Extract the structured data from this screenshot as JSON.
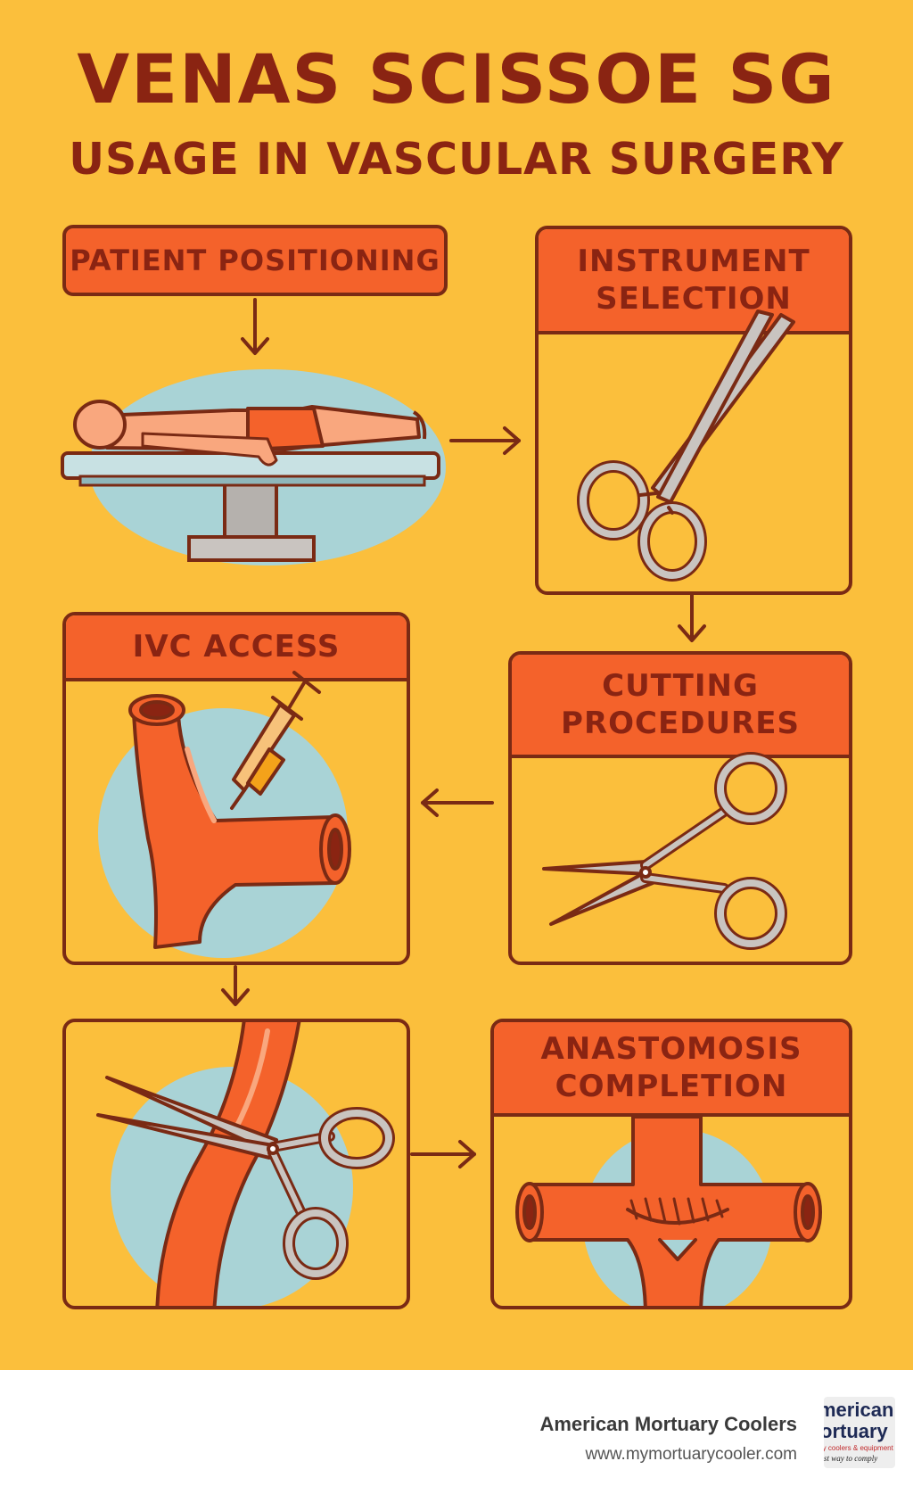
{
  "title": "VENAS SCISSOE SG",
  "subtitle": "USAGE IN VASCULAR SURGERY",
  "steps": [
    {
      "label": "PATIENT POSITIONING"
    },
    {
      "label": "INSTRUMENT\nSELECTION"
    },
    {
      "label": "CUTTING\nPROCEDURES"
    },
    {
      "label": "IVC ACCESS"
    },
    {
      "label": "ANASTOMOSIS\nCOMPLETION"
    }
  ],
  "footer": {
    "company": "American Mortuary Coolers",
    "url": "www.mymortuarycooler.com",
    "logo_text_1": "merican",
    "logo_text_2": "ortuary",
    "logo_text_3": "ry coolers & equipment",
    "logo_text_4": "est way to comply"
  },
  "colors": {
    "background": "#fbbf3c",
    "header_fill": "#f4622b",
    "outline": "#7a2a14",
    "text": "#8a2412",
    "vessel": "#f4622b",
    "bubble": "#a9d3d6",
    "steel": "#c9c4c0"
  }
}
